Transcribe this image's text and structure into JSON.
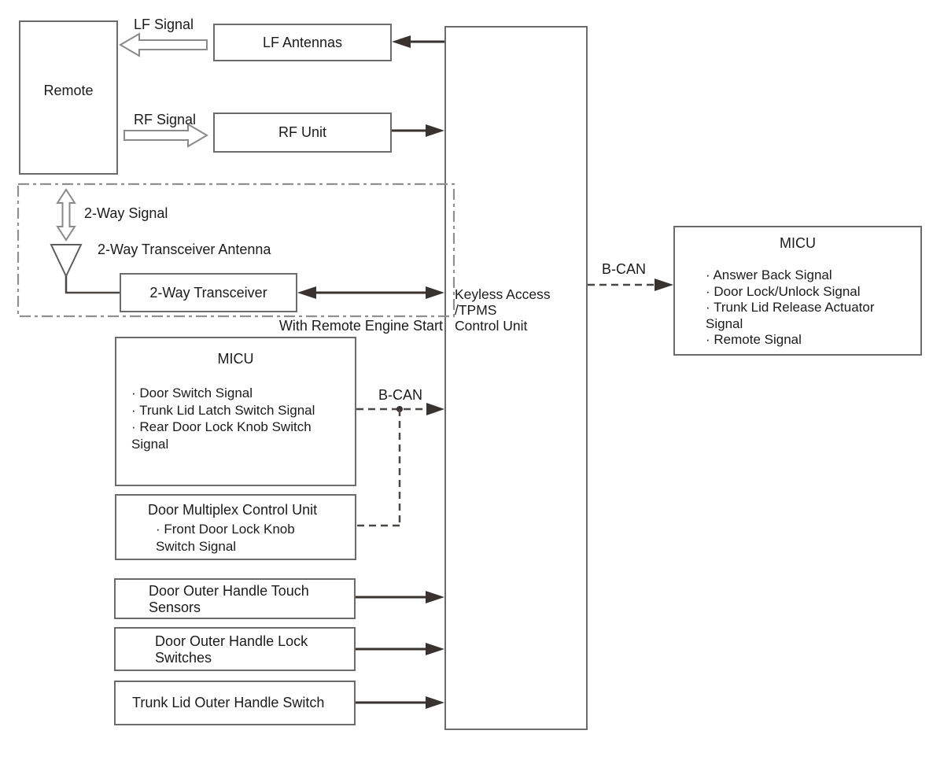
{
  "boxes": {
    "remote": {
      "label": "Remote"
    },
    "lf_antennas": {
      "label": "LF Antennas"
    },
    "rf_unit": {
      "label": "RF Unit"
    },
    "two_way_transceiver": {
      "label": "2-Way Transceiver"
    },
    "control_unit": {
      "label": "Keyless Access\n/TPMS\nControl Unit"
    },
    "micu_left": {
      "title": "MICU",
      "items": [
        "· Door Switch Signal",
        "· Trunk Lid Latch Switch Signal",
        "· Rear Door Lock Knob Switch Signal"
      ]
    },
    "door_multiplex": {
      "title": "Door Multiplex Control Unit",
      "items": [
        "· Front Door Lock Knob Switch Signal"
      ]
    },
    "touch_sensors": {
      "label": "Door Outer Handle Touch Sensors"
    },
    "lock_switches": {
      "label": "Door Outer Handle Lock Switches"
    },
    "trunk_switch": {
      "label": "Trunk Lid Outer Handle Switch"
    },
    "micu_right": {
      "title": "MICU",
      "items": [
        "· Answer Back Signal",
        "· Door Lock/Unlock Signal",
        "· Trunk Lid Release Actuator Signal",
        "· Remote Signal"
      ]
    }
  },
  "labels": {
    "lf_signal": "LF Signal",
    "rf_signal": "RF Signal",
    "two_way_signal": "2-Way Signal",
    "two_way_antenna": "2-Way Transceiver Antenna",
    "with_remote_engine_start": "With Remote Engine Start",
    "b_can_left": "B-CAN",
    "b_can_right": "B-CAN"
  },
  "colors": {
    "solid_line": "#39322f",
    "dashed_line": "#4d4742",
    "box_border": "#6b6b6b",
    "dash_dot_border": "#8f8f8f",
    "hollow_arrow_outline": "#8a8a8a",
    "text": "#1b1b1b"
  }
}
